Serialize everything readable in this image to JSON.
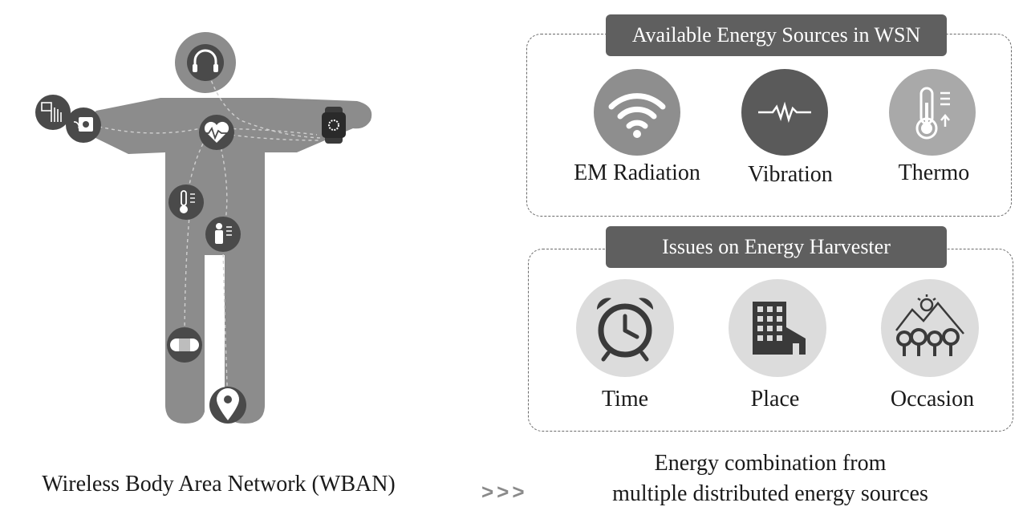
{
  "wban": {
    "caption": "Wireless Body Area Network (WBAN)",
    "sensor_icons": [
      "headphones-icon",
      "heart-rate-icon",
      "smartwatch-icon",
      "hand-sensor-icon",
      "camera-sensor-icon",
      "thermometer-icon",
      "person-gauge-icon",
      "bandage-icon",
      "location-pin-icon"
    ]
  },
  "arrows": ">>>",
  "energy_sources": {
    "title": "Available Energy Sources in WSN",
    "items": [
      {
        "label": "EM Radiation",
        "icon": "wifi-icon"
      },
      {
        "label": "Vibration",
        "icon": "vibration-wave-icon"
      },
      {
        "label": "Thermo",
        "icon": "thermometer-icon"
      }
    ]
  },
  "issues": {
    "title": "Issues on Energy Harvester",
    "items": [
      {
        "label": "Time",
        "icon": "alarm-clock-icon"
      },
      {
        "label": "Place",
        "icon": "building-icon"
      },
      {
        "label": "Occasion",
        "icon": "landscape-icon"
      }
    ]
  },
  "combination": {
    "line1": "Energy combination from",
    "line2": "multiple distributed energy sources"
  },
  "colors": {
    "body": "#8c8c8c",
    "sensor_dark": "#4a4a4a",
    "title_bar": "#5f5f5f",
    "em_circle": "#8e8e8e",
    "vibration_circle": "#5a5a5a",
    "thermo_circle": "#a9a9a9",
    "issue_circle": "#dcdcdc"
  }
}
